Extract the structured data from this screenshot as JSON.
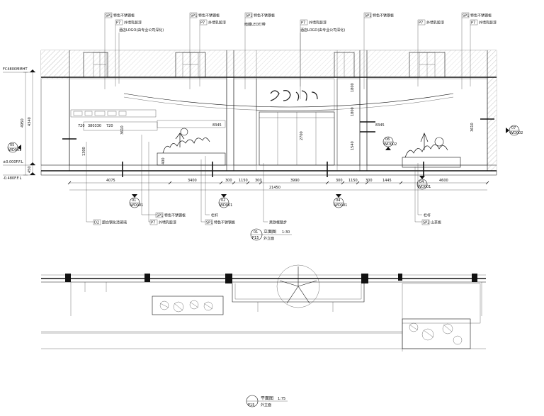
{
  "tags": {
    "sp1": "SP1",
    "p7": "P7",
    "sp1_text": "特色不锈钢板",
    "p7_text": "外墙乳胶漆",
    "d2": "D2",
    "d2_text": "超白钢化清玻璃",
    "sp2": "SP2",
    "sp2_text": "山茶板"
  },
  "notes": {
    "logo": "酒店LOGO(由专业公司深化)",
    "led": "暗藏LED灯带",
    "rail": "栏杆",
    "frame": "黑铁框踏步"
  },
  "levels": {
    "top": "FC4800MMHT",
    "zero": "±0.000F.F.L",
    "bottom": "-0.480F.F.L"
  },
  "sections": {
    "left_num": "05",
    "left_ref": "WD001",
    "right_num": "07",
    "right_ref": "WD002",
    "mid_num": "06",
    "mid_ref": "WD002",
    "b1_num": "01",
    "b1_ref": "WD001",
    "b2_num": "02",
    "b2_ref": "WD001",
    "b3_num": "04",
    "b3_ref": "WD001",
    "b4_num": "04",
    "b4_ref": "WD001"
  },
  "dims": {
    "bottom_row": [
      "4075",
      "3400",
      "300",
      "1150",
      "300",
      "3990",
      "300",
      "1150",
      "300",
      "1445",
      "4600"
    ],
    "total": "21450",
    "left_vert": [
      "4950",
      "4340",
      "450"
    ],
    "inner": [
      "720",
      "380330",
      "720",
      "3610",
      "3610",
      "8345",
      "8345",
      "2700",
      "1800",
      "1800",
      "1540",
      "1300",
      "400"
    ]
  },
  "titles": {
    "elevation_num": "01",
    "elevation_sheet": "P15",
    "elevation_title": "立面图",
    "elevation_scale": "1:30",
    "elevation_sub": "外立面",
    "plan_sheet": "P15",
    "plan_title": "平面图",
    "plan_scale": "1:75",
    "plan_sub": "外立面"
  }
}
